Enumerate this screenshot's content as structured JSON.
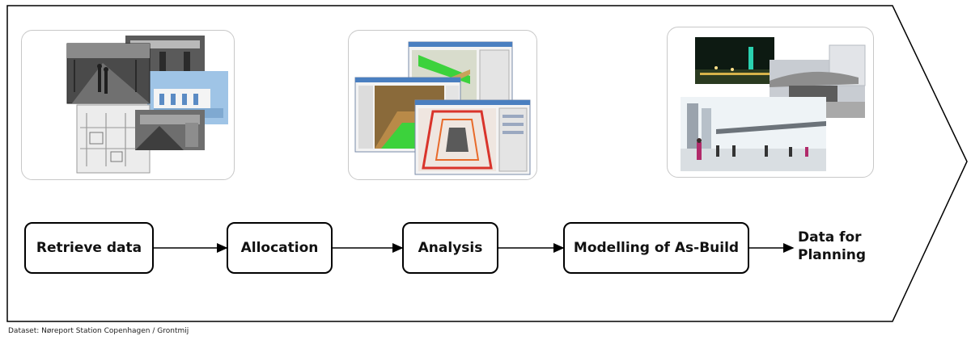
{
  "steps": [
    {
      "label": "Retrieve data"
    },
    {
      "label": "Allocation"
    },
    {
      "label": "Analysis"
    },
    {
      "label": "Modelling of As-Build"
    }
  ],
  "final_step": {
    "line1": "Data for",
    "line2": "Planning"
  },
  "caption": "Dataset: Nøreport Station Copenhagen  / Grontmij",
  "colors": {
    "outline": "#000000",
    "panel_border": "#c8c8c8",
    "software_accent": "#4a7fc0",
    "render_green": "#3cd23c"
  }
}
